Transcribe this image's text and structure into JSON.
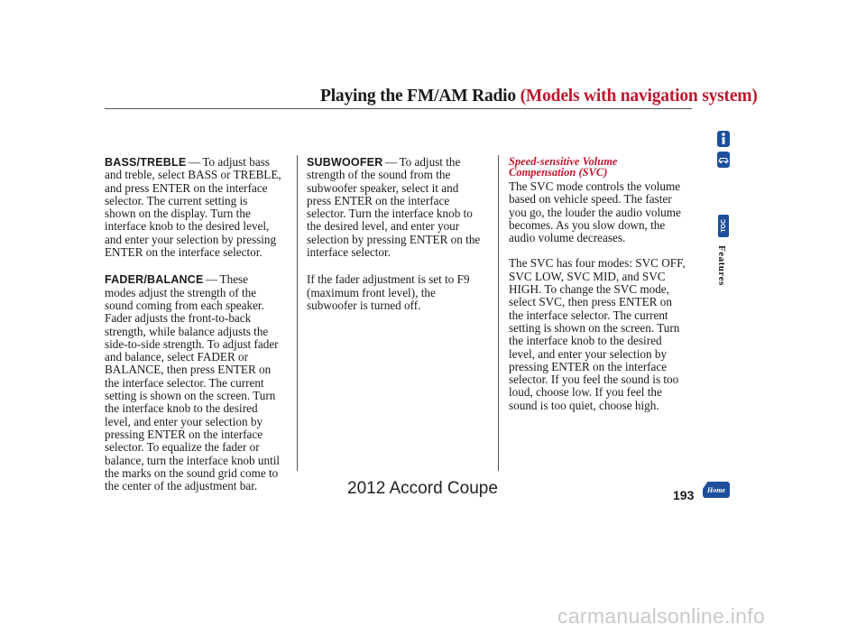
{
  "title": {
    "main": "Playing the FM/AM Radio",
    "sub": "(Models with navigation system)"
  },
  "left_column": {
    "bass_head": "BASS/TREBLE",
    "bass_lines": [
      "To adjust bass",
      "and treble, select BASS or TREBLE,",
      "and press ENTER on the interface",
      "selector. The current setting is",
      "shown on the display. Turn the",
      "interface knob to the desired level,",
      "and enter your selection by pressing",
      "ENTER on the interface selector."
    ],
    "fader_head": "FADER/BALANCE",
    "fader_lines": [
      "These",
      "modes adjust the strength of the",
      "sound coming from each speaker.",
      "Fader adjusts the front-to-back",
      "strength, while balance adjusts the",
      "side-to-side strength. To adjust fader",
      "and balance, select FADER or",
      "BALANCE, then press ENTER on",
      "the interface selector. The current",
      "setting is shown on the screen. Turn",
      "the interface knob to the desired",
      "level, and enter your selection by",
      "pressing ENTER on the interface",
      "selector. To equalize the fader or",
      "balance, turn the interface knob until",
      "the marks on the sound grid come to",
      "the center of the adjustment bar."
    ]
  },
  "middle_column": {
    "sub_head": "SUBWOOFER",
    "sub_lines": [
      "To adjust the",
      "strength of the sound from the",
      "subwoofer speaker, select it and",
      "press ENTER on the interface",
      "selector. Turn the interface knob to",
      "the desired level, and enter your",
      "selection by pressing ENTER on the",
      "interface selector."
    ],
    "note_lines": [
      "If the fader adjustment is set to F9",
      "(maximum front level), the",
      "subwoofer is turned off."
    ]
  },
  "right_column": {
    "svc_head": [
      "Speed-sensitive Volume",
      "Compensation (SVC)"
    ],
    "svc_p1": [
      "The SVC mode controls the volume",
      "based on vehicle speed. The faster",
      "you go, the louder the audio volume",
      "becomes. As you slow down, the",
      "audio volume decreases."
    ],
    "svc_p2": [
      "The SVC has four modes: SVC OFF,",
      "SVC LOW, SVC MID, and SVC",
      "HIGH. To change the SVC mode,",
      "select SVC, then press ENTER on",
      "the interface selector. The current",
      "setting is shown on the screen. Turn",
      "the interface knob to the desired",
      "level, and enter your selection by",
      "pressing ENTER on the interface",
      "selector. If you feel the sound is too",
      "loud, choose low. If you feel the",
      "sound is too quiet, choose high."
    ]
  },
  "sidebar": {
    "info_icon": "info-icon",
    "car_icon": "car-icon",
    "toc_label": "TOC",
    "section_label": "Features"
  },
  "footer": {
    "page_number": "193",
    "home_label": "Home",
    "model": "2012 Accord Coupe",
    "watermark": "carmanualsonline.info"
  },
  "colors": {
    "accent_red": "#c0172e",
    "nav_blue": "#1d4f9c"
  }
}
